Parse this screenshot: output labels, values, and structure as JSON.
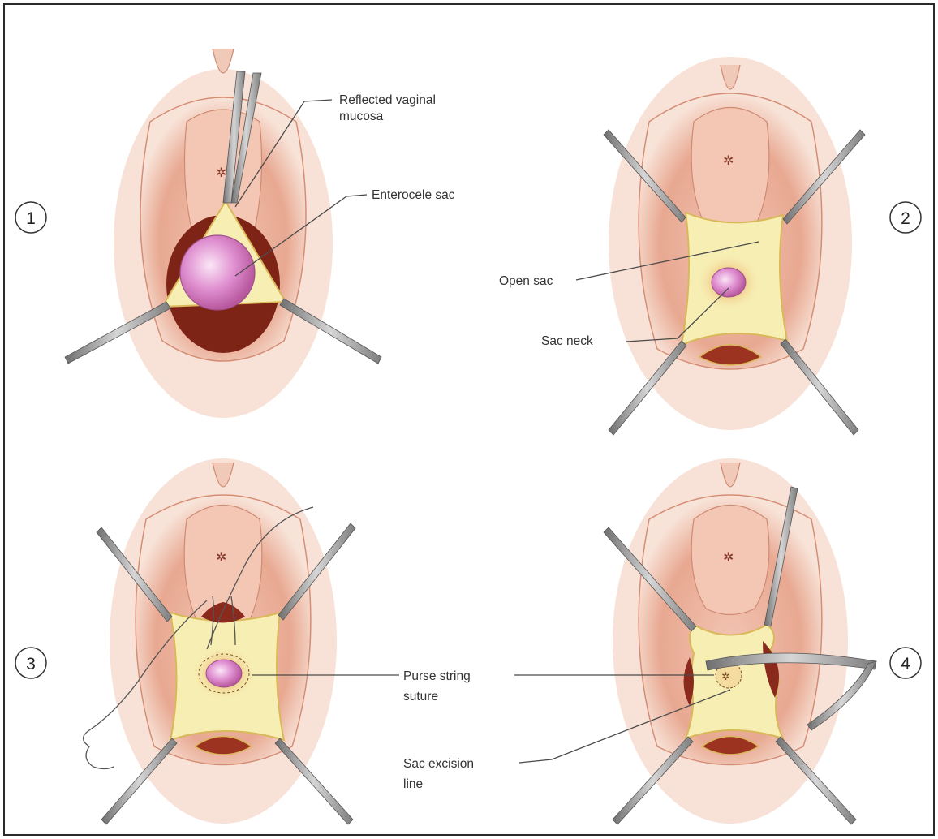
{
  "panels": [
    {
      "number": "1"
    },
    {
      "number": "2"
    },
    {
      "number": "3"
    },
    {
      "number": "4"
    }
  ],
  "labels": {
    "reflected_mucosa": [
      "Reflected vaginal",
      "mucosa"
    ],
    "enterocele_sac": "Enterocele sac",
    "open_sac": "Open sac",
    "sac_neck": "Sac neck",
    "purse_string": [
      "Purse string",
      "suture"
    ],
    "excision_line": [
      "Sac excision",
      "line"
    ]
  },
  "colors": {
    "skin_outer": "#f3d3c3",
    "skin_mid": "#e6a58e",
    "skin_inner": "#d38b74",
    "mucosa": "#f7eeb3",
    "mucosa_edge": "#d9b85a",
    "sac": "#df8fd0",
    "cavity": "#7e2417",
    "instrument": "#9c9c9c"
  }
}
